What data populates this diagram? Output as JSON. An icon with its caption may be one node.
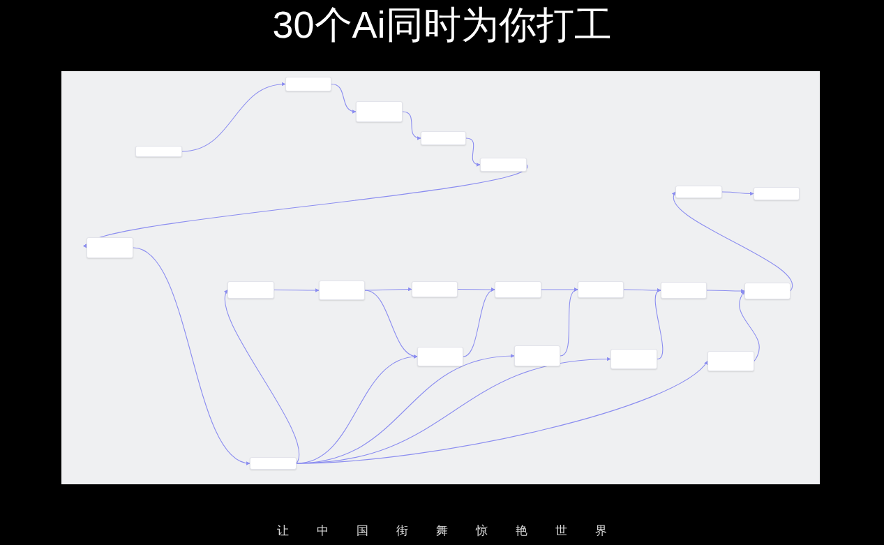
{
  "diagram": {
    "title": "30个Ai同时为你打工",
    "nodes": [
      {
        "text": [],
        "shape": "box"
      },
      {
        "text": [],
        "shape": "box"
      },
      {
        "text": [],
        "shape": "box"
      },
      {
        "text": [],
        "shape": "box"
      },
      {
        "text": [],
        "shape": "box"
      },
      {
        "text": [],
        "shape": "box"
      },
      {
        "text": [],
        "shape": "box"
      },
      {
        "text": [],
        "shape": "box"
      },
      {
        "text": [],
        "shape": "box"
      },
      {
        "text": [],
        "shape": "box"
      },
      {
        "text": [],
        "shape": "box"
      },
      {
        "text": [],
        "shape": "box"
      },
      {
        "text": [],
        "shape": "box"
      },
      {
        "text": [],
        "shape": "box"
      },
      {
        "text": [],
        "shape": "box"
      },
      {
        "text": [],
        "shape": "box"
      },
      {
        "text": [],
        "shape": "box"
      },
      {
        "text": [],
        "shape": "box"
      },
      {
        "text": [],
        "shape": "box"
      },
      {
        "text": [],
        "shape": "box"
      }
    ],
    "edges": [
      {
        "from": 0,
        "to": 1,
        "arrow": "to"
      },
      {
        "from": 1,
        "to": 2,
        "arrow": "to"
      },
      {
        "from": 2,
        "to": 3,
        "arrow": "to"
      },
      {
        "from": 3,
        "to": 4,
        "arrow": "to"
      },
      {
        "from": 4,
        "to": 5,
        "arrow": "to"
      },
      {
        "from": 5,
        "to": 19,
        "arrow": "to"
      },
      {
        "from": 19,
        "to": 6,
        "arrow": "to"
      },
      {
        "from": 6,
        "to": 7,
        "arrow": "to"
      },
      {
        "from": 7,
        "to": 8,
        "arrow": "to"
      },
      {
        "from": 7,
        "to": 13,
        "arrow": "to"
      },
      {
        "from": 8,
        "to": 9,
        "arrow": "to"
      },
      {
        "from": 13,
        "to": 9,
        "arrow": "to"
      },
      {
        "from": 9,
        "to": 10,
        "arrow": "to"
      },
      {
        "from": 14,
        "to": 10,
        "arrow": "to"
      },
      {
        "from": 10,
        "to": 11,
        "arrow": "to"
      },
      {
        "from": 15,
        "to": 11,
        "arrow": "to"
      },
      {
        "from": 11,
        "to": 12,
        "arrow": "to"
      },
      {
        "from": 16,
        "to": 12,
        "arrow": "to"
      },
      {
        "from": 12,
        "to": 17,
        "arrow": "to"
      },
      {
        "from": 17,
        "to": 18,
        "arrow": "to"
      },
      {
        "from": 19,
        "to": 13,
        "arrow": "to"
      },
      {
        "from": 19,
        "to": 14,
        "arrow": "to"
      },
      {
        "from": 19,
        "to": 15,
        "arrow": "to"
      },
      {
        "from": 19,
        "to": 16,
        "arrow": "to"
      }
    ],
    "labels": [
      "让中国街舞惊艳世界"
    ]
  }
}
